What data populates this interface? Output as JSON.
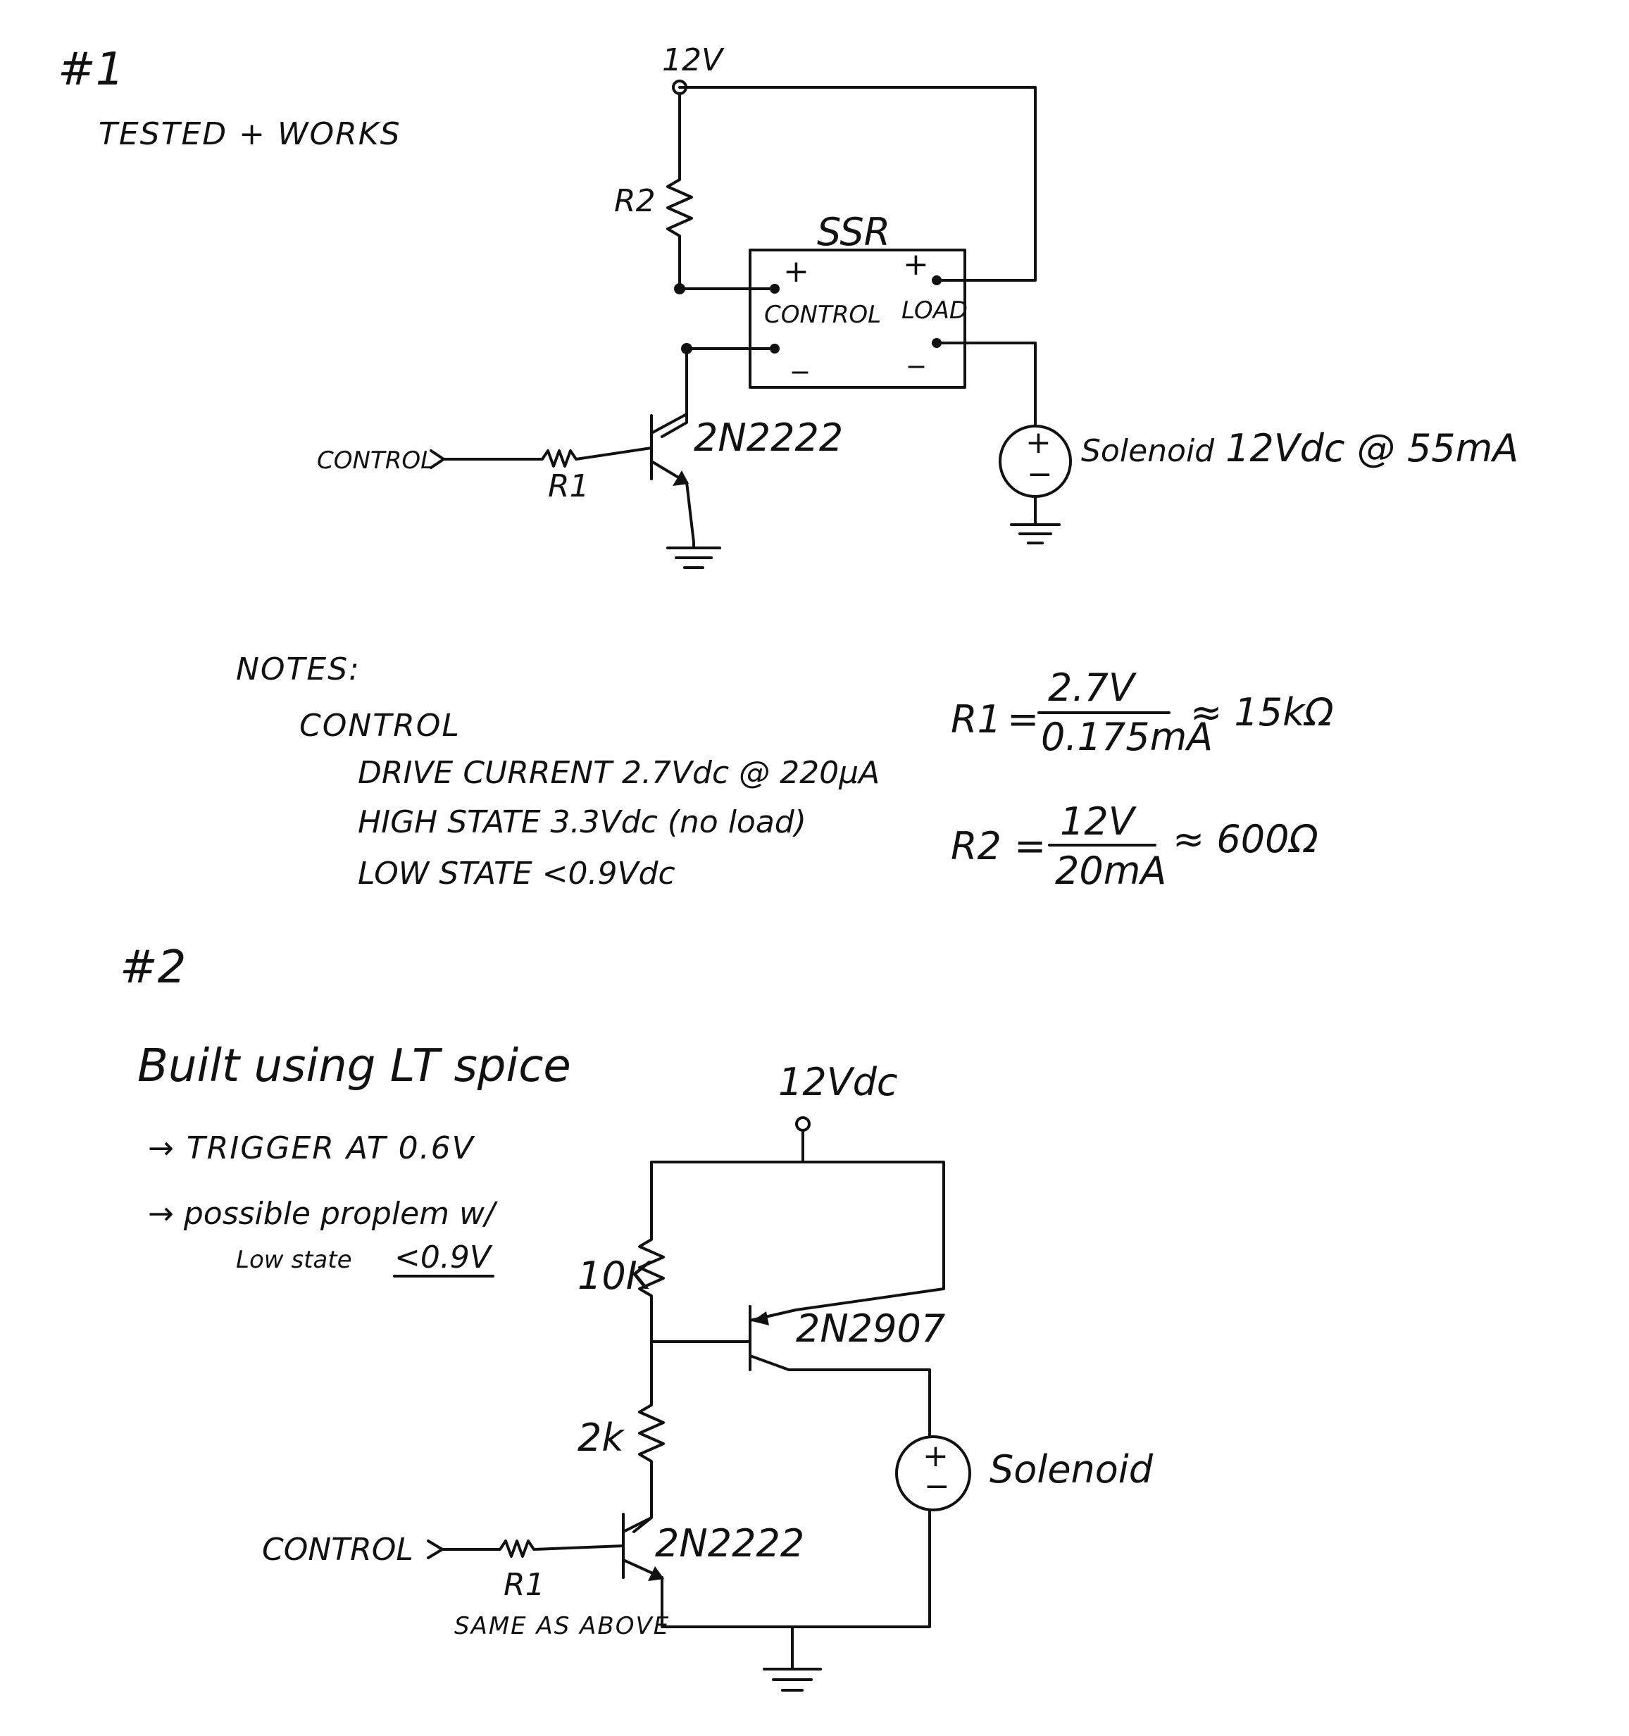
{
  "circuit1": {
    "label": "#1",
    "status": "TESTED + WORKS",
    "supply": "12V",
    "r2": "R2",
    "ssr": "SSR",
    "ssr_plus_in": "+",
    "ssr_plus_out": "+",
    "ssr_control": "CONTROL",
    "ssr_load": "LOAD",
    "ssr_minus_in": "_",
    "ssr_minus_out": "_",
    "transistor": "2N2222",
    "control": "CONTROL",
    "r1": "R1",
    "solenoid_plus": "+",
    "solenoid_minus": "−",
    "solenoid": "Solenoid",
    "solenoid_rating": "12Vdc @ 55mA"
  },
  "notes": {
    "heading": "NOTES:",
    "section": "CONTROL",
    "drive_current": "DRIVE CURRENT  2.7Vdc @ 220µA",
    "high_state": "HIGH STATE   3.3Vdc (no load)",
    "low_state": "LOW STATE  <0.9Vdc",
    "r1_name": "R1",
    "r1_eq": "=",
    "r1_num": "2.7V",
    "r1_den": "0.175mA",
    "r1_result": "≈  15kΩ",
    "r2_name": "R2",
    "r2_eq": "=",
    "r2_num": "12V",
    "r2_den": "20mA",
    "r2_result": "≈ 600Ω"
  },
  "circuit2": {
    "label": "#2",
    "built": "Built using LT spice",
    "bullet1": "→ TRIGGER AT 0.6V",
    "bullet2_line1": "→ possible proplem w/",
    "bullet2_line2": "Low state",
    "bullet2_value": "<0.9V",
    "supply": "12Vdc",
    "r_top": "10K",
    "r_mid": "2k",
    "pnp": "2N2907",
    "npn": "2N2222",
    "solenoid_plus": "+",
    "solenoid_minus": "−",
    "solenoid": "Solenoid",
    "control": "CONTROL",
    "r1": "R1",
    "r1_note": "SAME AS ABOVE"
  }
}
